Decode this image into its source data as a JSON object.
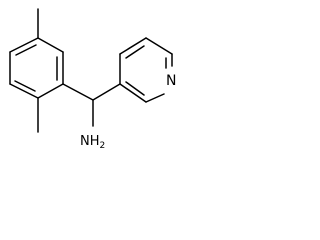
{
  "molecule": {
    "atom_labels": {
      "amine": "NH",
      "amine_subscript": "2",
      "ring_nitrogen": "N"
    }
  }
}
